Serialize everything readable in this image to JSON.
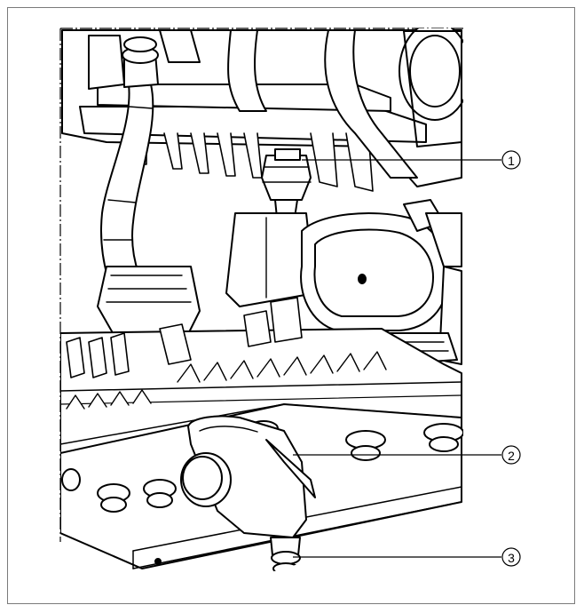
{
  "figure": {
    "frame_color": "#7a7a7a",
    "line_color": "#000000",
    "callouts": [
      {
        "id": "callout-1",
        "label": "1"
      },
      {
        "id": "callout-2",
        "label": "2"
      },
      {
        "id": "callout-3",
        "label": "3"
      }
    ]
  }
}
